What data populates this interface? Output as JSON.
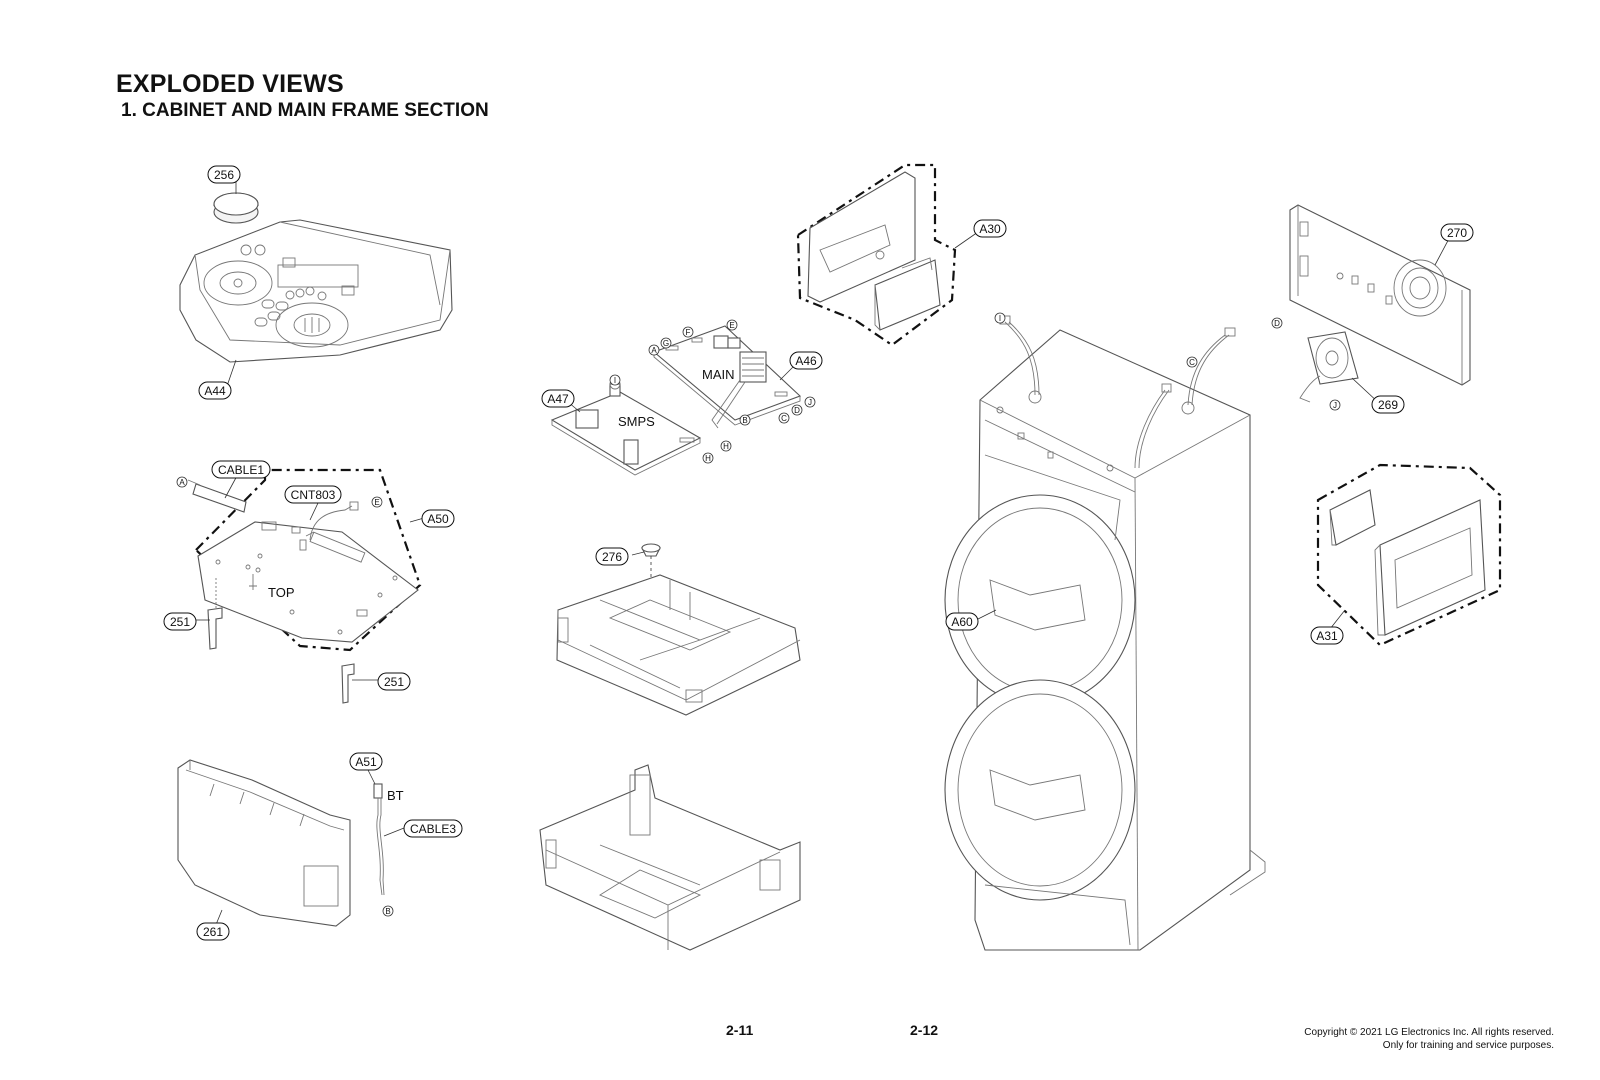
{
  "header": {
    "title": "EXPLODED VIEWS",
    "subtitle": "1. CABINET AND MAIN FRAME SECTION"
  },
  "footer": {
    "page_left": "2-11",
    "page_right": "2-12",
    "copyright_line1": "Copyright © 2021 LG Electronics Inc. All rights reserved.",
    "copyright_line2": "Only for training and service purposes."
  },
  "diagram": {
    "callouts": {
      "p256": "256",
      "pA44": "A44",
      "pCABLE1": "CABLE1",
      "pCNT803": "CNT803",
      "pA50": "A50",
      "p251a": "251",
      "p251b": "251",
      "pA51": "A51",
      "pCABLE3": "CABLE3",
      "p261": "261",
      "pA47": "A47",
      "pA46": "A46",
      "p276": "276",
      "pA30": "A30",
      "pA60": "A60",
      "p270": "270",
      "p269": "269",
      "pA31": "A31"
    },
    "texts": {
      "top": "TOP",
      "main": "MAIN",
      "smps": "SMPS",
      "bt": "BT"
    },
    "connectors": {
      "A": "A",
      "B": "B",
      "C": "C",
      "D": "D",
      "E": "E",
      "F": "F",
      "G": "G",
      "H": "H",
      "I": "I",
      "J": "J"
    }
  }
}
